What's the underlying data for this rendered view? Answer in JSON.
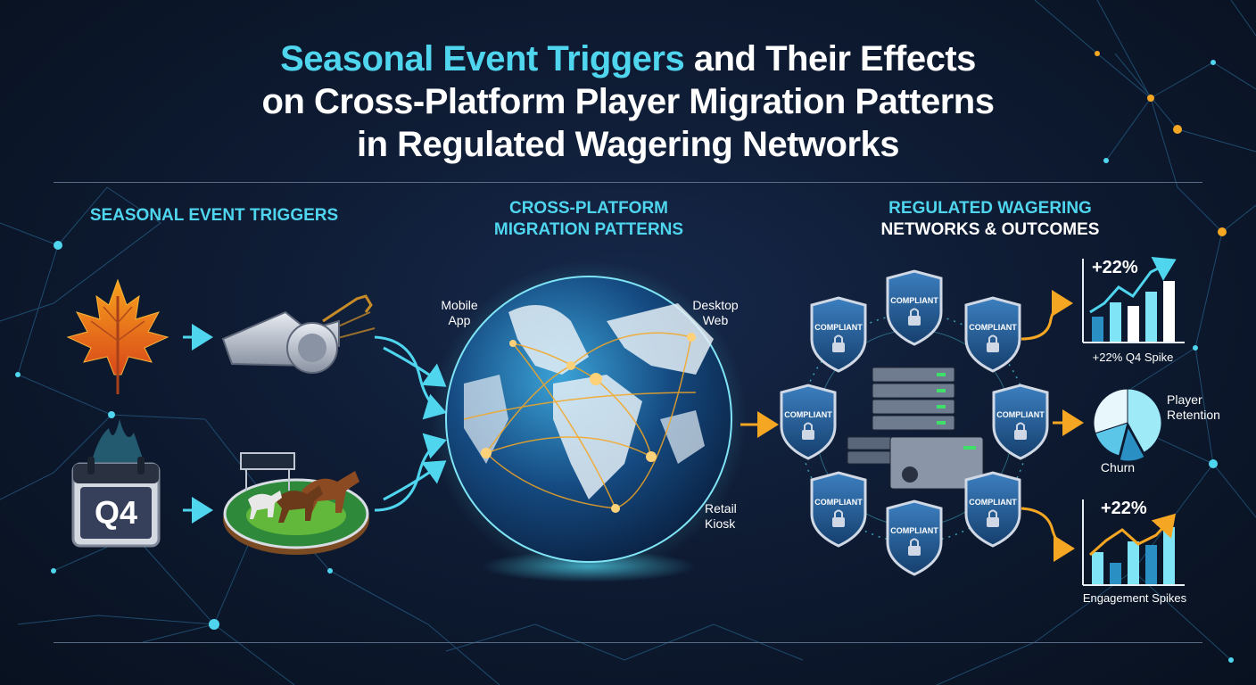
{
  "title": {
    "line1_highlight": "Seasonal Event Triggers",
    "line1_rest": "and Their Effects",
    "line2": "on Cross-Platform Player Migration Patterns",
    "line3": "in Regulated Wagering Networks"
  },
  "columns": {
    "left": {
      "heading": "SEASONAL EVENT TRIGGERS"
    },
    "middle": {
      "heading_line1": "CROSS-PLATFORM",
      "heading_line2": "MIGRATION PATTERNS"
    },
    "right": {
      "heading_line1": "REGULATED WAGERING",
      "heading_line2": "NETWORKS & OUTCOMES"
    }
  },
  "triggers": {
    "calendar_label": "Q4"
  },
  "platforms": {
    "mobile": "Mobile\nApp",
    "desktop": "Desktop\nWeb",
    "retail": "Retail\nKiosk"
  },
  "shields": {
    "badge_text": "COMPLIANT",
    "count": 8
  },
  "outcomes": {
    "q4_spike": {
      "value_label": "+22%",
      "caption": "+22% Q4 Spike",
      "bars": [
        0.35,
        0.55,
        0.5,
        0.7,
        0.85
      ]
    },
    "retention": {
      "label": "Player\nRetention",
      "churn_label": "Churn",
      "slices": [
        0.42,
        0.12,
        0.16,
        0.3
      ]
    },
    "engagement": {
      "value_label": "+22%",
      "caption": "Engagement Spikes",
      "bars": [
        0.45,
        0.3,
        0.6,
        0.55,
        0.8
      ]
    }
  },
  "colors": {
    "accent_cyan": "#4fd6ee",
    "accent_orange": "#f5a623",
    "background": "#0b1526",
    "shield_blue": "#2c6aa8"
  }
}
